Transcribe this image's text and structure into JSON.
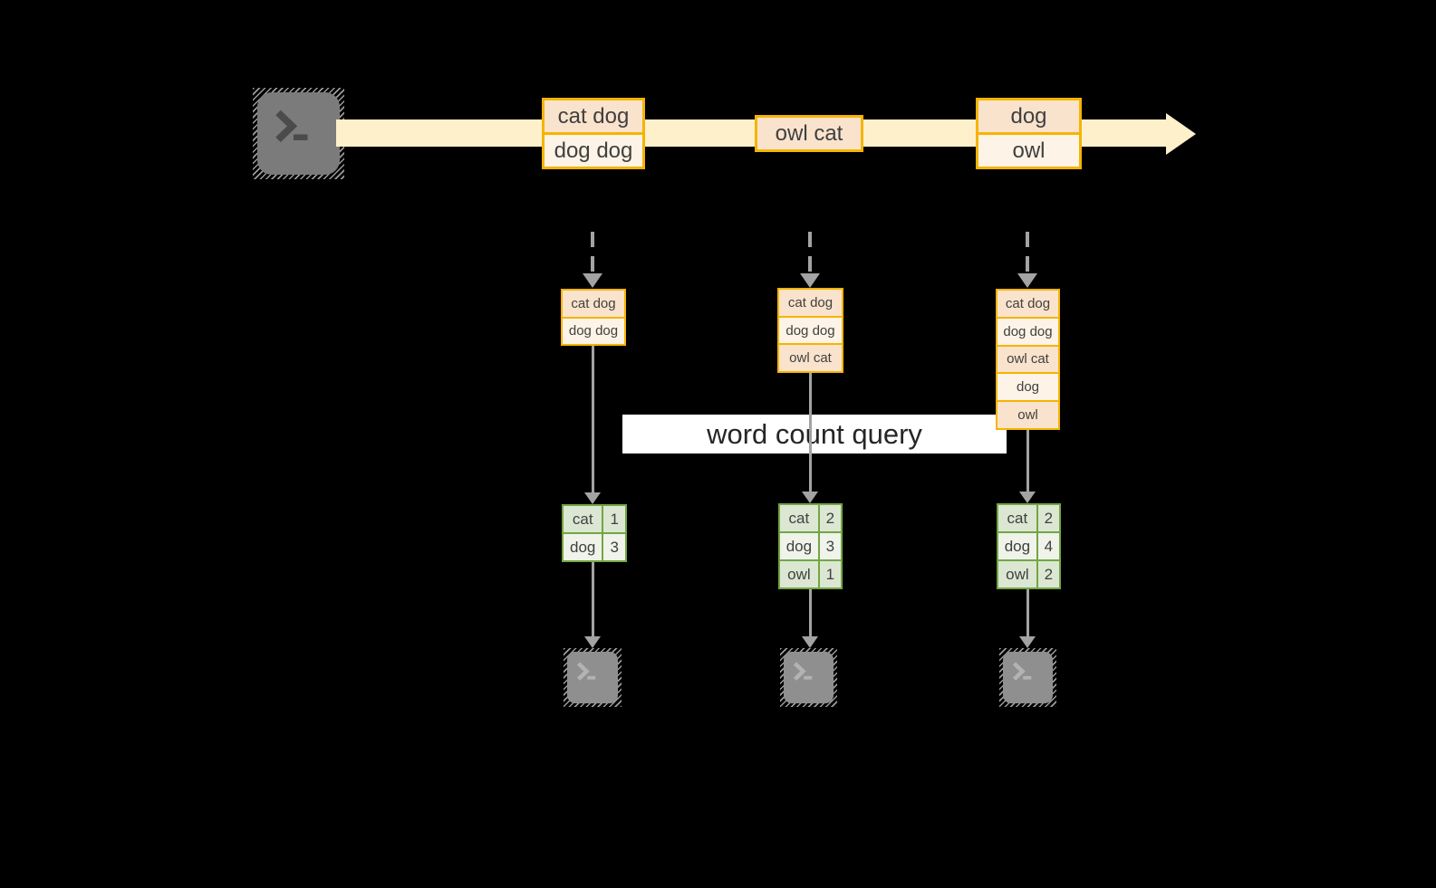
{
  "colors": {
    "canvas_bg": "#000000",
    "stream_band": "#fdf0cb",
    "gold": "#f5b400",
    "peach": "#fae3cc",
    "cream": "#fdf3e6",
    "green": "#72a643",
    "green_tint": "#dbe7d2",
    "green_light": "#eff3ea",
    "arrow_gray": "#a3a3a3",
    "term_dark": "#7b7b7b",
    "term_light": "#8f8f8f",
    "band_bg": "#ffffff",
    "band_ink": "#262626",
    "ink": "#404040"
  },
  "stream": {
    "boxes": [
      {
        "cells": [
          "cat dog",
          "dog dog"
        ]
      },
      {
        "cells": [
          "owl cat"
        ]
      },
      {
        "cells": [
          "dog",
          "owl"
        ]
      }
    ]
  },
  "query": {
    "label": "word count query"
  },
  "state_buffers": [
    {
      "cells": [
        "cat dog",
        "dog dog"
      ]
    },
    {
      "cells": [
        "cat dog",
        "dog dog",
        "owl cat"
      ]
    },
    {
      "cells": [
        "cat dog",
        "dog dog",
        "owl cat",
        "dog",
        "owl"
      ]
    }
  ],
  "word_counts": [
    {
      "rows": [
        {
          "word": "cat",
          "count": "1"
        },
        {
          "word": "dog",
          "count": "3"
        }
      ]
    },
    {
      "rows": [
        {
          "word": "cat",
          "count": "2"
        },
        {
          "word": "dog",
          "count": "3"
        },
        {
          "word": "owl",
          "count": "1"
        }
      ]
    },
    {
      "rows": [
        {
          "word": "cat",
          "count": "2"
        },
        {
          "word": "dog",
          "count": "4"
        },
        {
          "word": "owl",
          "count": "2"
        }
      ]
    }
  ]
}
